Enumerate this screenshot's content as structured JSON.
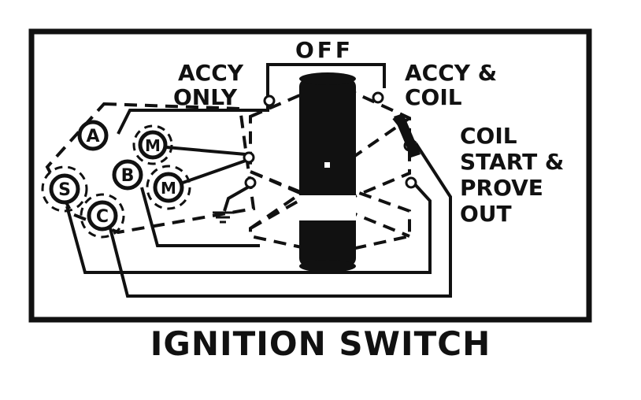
{
  "labels": {
    "off": "OFF",
    "accy_only_1": "ACCY",
    "accy_only_2": "ONLY",
    "accy_coil_1": "ACCY &",
    "accy_coil_2": "COIL",
    "coil_start_1": "COIL",
    "coil_start_2": "START &",
    "coil_start_3": "PROVE",
    "coil_start_4": "OUT"
  },
  "terminals": [
    "A",
    "M",
    "B",
    "M",
    "S",
    "C"
  ],
  "caption": "IGNITION SWITCH"
}
